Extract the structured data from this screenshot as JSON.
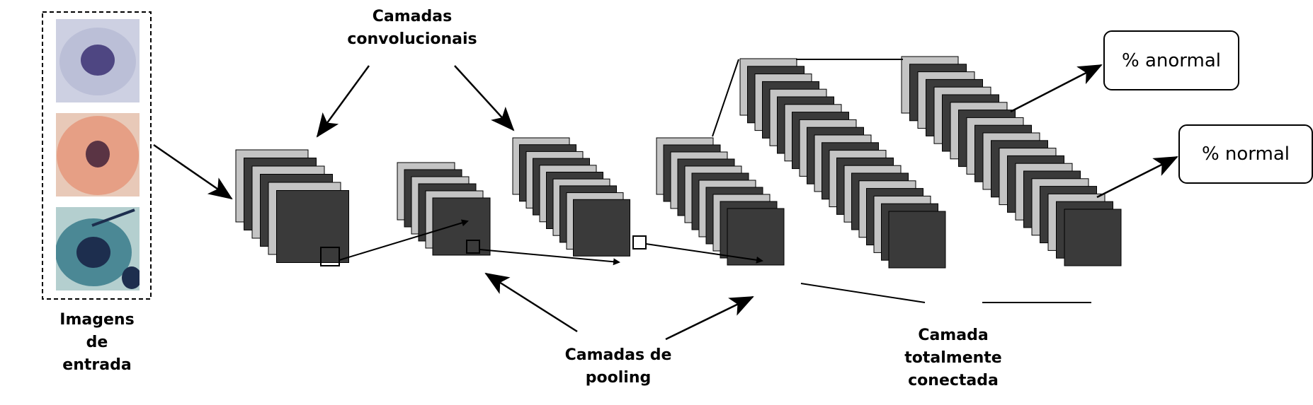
{
  "labels": {
    "conv": [
      "Camadas",
      "convolucionais"
    ],
    "input": [
      "Imagens",
      "de",
      "entrada"
    ],
    "pooling": [
      "Camadas de",
      "pooling"
    ],
    "fc": [
      "Camada",
      "totalmente",
      "conectada"
    ]
  },
  "outputs": {
    "abnormal": "% anormal",
    "normal": "% normal"
  },
  "colors": {
    "dark": "#3a3a3a",
    "light": "#c4c4c4",
    "stroke": "#000000"
  },
  "images": [
    {
      "name": "cell-image-purple",
      "bg": "#cdd0e2",
      "cytoplasm": "#b9bdd6",
      "nucleus": "#4e4682"
    },
    {
      "name": "cell-image-orange",
      "bg": "#e8c9b8",
      "cytoplasm": "#e59a80",
      "nucleus": "#5a3444"
    },
    {
      "name": "cell-image-blue",
      "bg": "#b4cfcf",
      "cytoplasm": "#3f7f8e",
      "nucleus": "#1d2e4e"
    }
  ]
}
